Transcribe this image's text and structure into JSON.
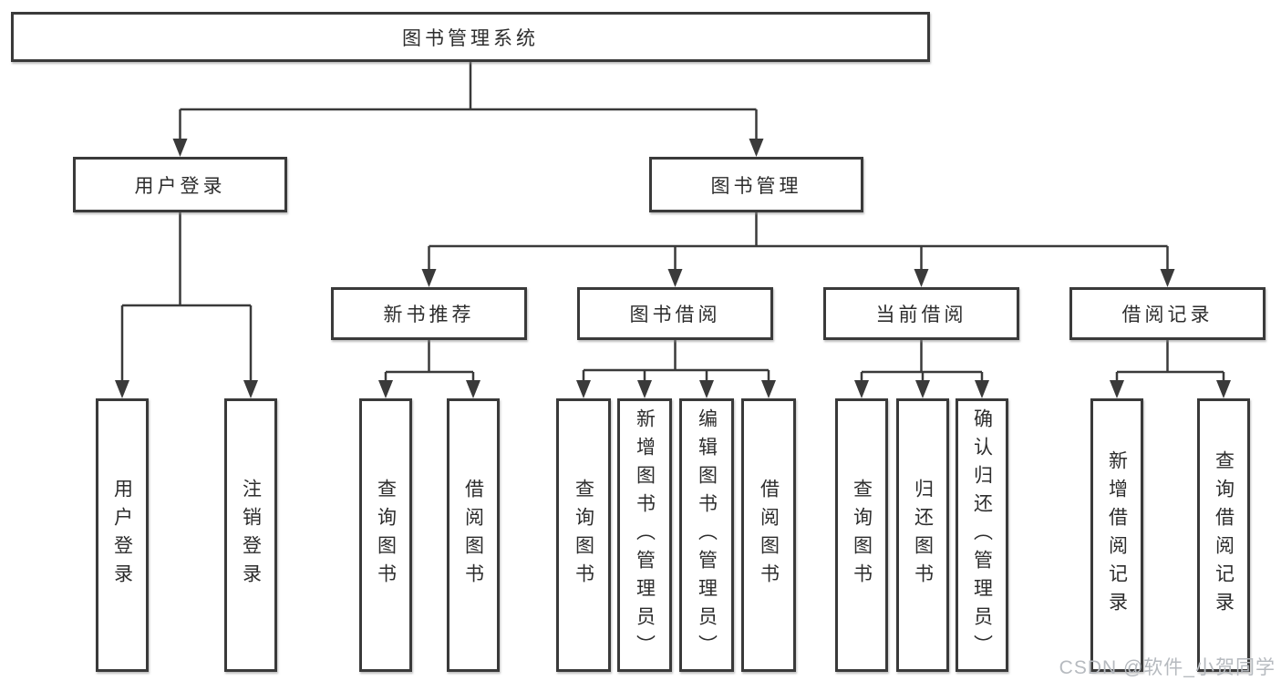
{
  "diagram": {
    "nodes": {
      "root": "图书管理系统",
      "l2": [
        "用户登录",
        "图书管理"
      ],
      "l3": [
        "新书推荐",
        "图书借阅",
        "当前借阅",
        "借阅记录"
      ],
      "leaves": {
        "userLogin": [
          "用户登录",
          "注销登录"
        ],
        "newBook": [
          "查询图书",
          "借阅图书"
        ],
        "bookBorrow": [
          "查询图书",
          "新增图书（管理员）",
          "编辑图书（管理员）",
          "借阅图书"
        ],
        "currentBorrow": [
          "查询图书",
          "归还图书",
          "确认归还（管理员）"
        ],
        "records": [
          "新增借阅记录",
          "查询借阅记录"
        ]
      }
    },
    "watermark": "CSDN @软件_小贺同学",
    "colors": {
      "line": "#3a3a3a",
      "box_border": "#3a3a3a",
      "text": "#2d2d2d",
      "watermark": "#b6babf",
      "background": "#ffffff"
    }
  }
}
